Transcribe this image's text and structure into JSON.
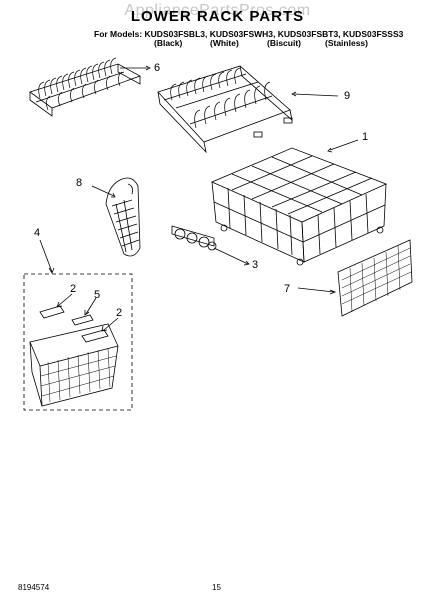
{
  "header": {
    "watermark": "AppliancePartsPros.com",
    "title": "LOWER RACK PARTS",
    "models": "For Models: KUDS03FSBL3, KUDS03FSWH3, KUDS03FSBT3, KUDS03FSSS3",
    "colors": [
      "(Black)",
      "(White)",
      "(Biscuit)",
      "(Stainless)"
    ]
  },
  "callouts": [
    "6",
    "9",
    "1",
    "8",
    "4",
    "3",
    "7",
    "2",
    "5",
    "2"
  ],
  "footer": {
    "doc_number": "8194574",
    "page_number": "15"
  }
}
